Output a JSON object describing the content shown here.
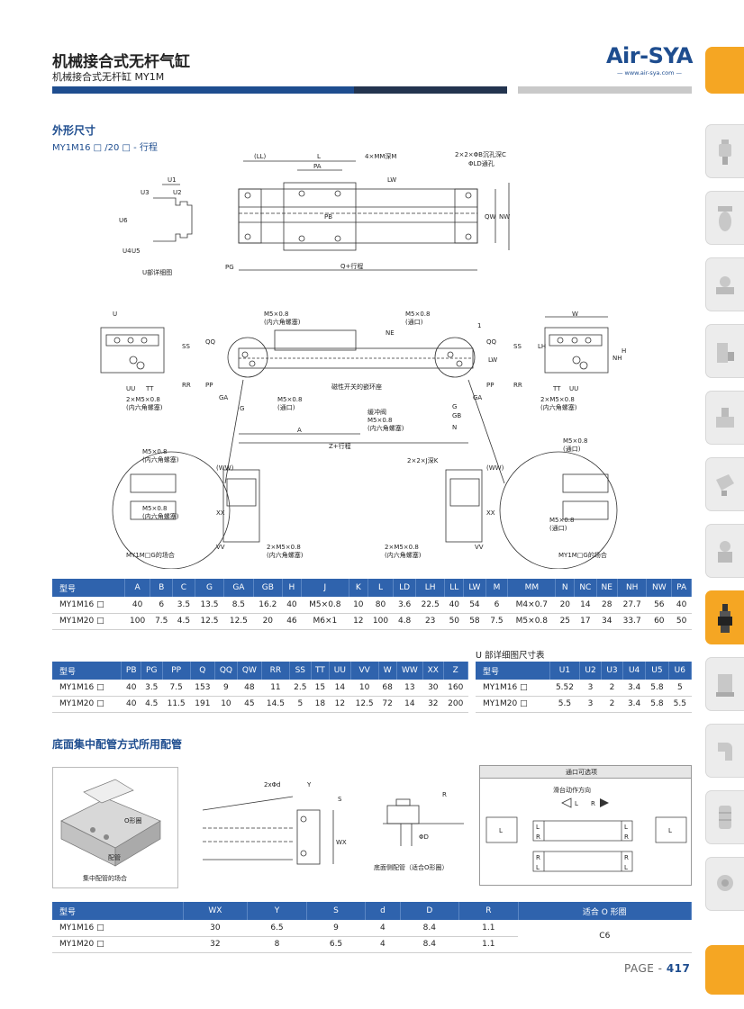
{
  "header": {
    "title": "机械接合式无杆气缸",
    "subtitle": "机械接合式无杆缸 MY1M",
    "logo": "Air-SYA",
    "logo_url": "— www.air-sya.com —"
  },
  "section1": {
    "title": "外形尺寸",
    "model_line": "MY1M16 □ /20 □ - 行程"
  },
  "drawing_labels": {
    "LL": "(LL)",
    "L": "L",
    "PA": "PA",
    "MM": "4×MM深M",
    "counterbore": "2×2×ΦB沉孔深C",
    "LD": "ΦLD通孔",
    "LW": "LW",
    "PB": "PB",
    "QW": "QW",
    "NW": "NW",
    "PG": "PG",
    "Q": "Q+行程",
    "U1": "U1",
    "U2": "U2",
    "U3": "U3",
    "U4": "U4",
    "U5": "U5",
    "U6": "U6",
    "U_detail": "U部详细图",
    "U": "U",
    "M5_hex": "M5×0.8",
    "hex_plug": "(内六角螺塞)",
    "port": "(通口)",
    "port_M5": "M5×0.8",
    "two_M5": "2×M5×0.8",
    "mag_groove": "磁性开关的嵌环座",
    "buffer_valve": "缓冲阀",
    "NE": "NE",
    "SS": "SS",
    "QQ": "QQ",
    "RR": "RR",
    "PP": "PP",
    "GA": "GA",
    "G": "G",
    "GB": "GB",
    "N": "N",
    "A": "A",
    "Z": "Z+行程",
    "UU": "UU",
    "TT": "TT",
    "W": "W",
    "H": "H",
    "NH": "NH",
    "LH": "LH",
    "one": "1",
    "WW": "(WW)",
    "XX": "XX",
    "VV": "VV",
    "J_K": "2×2×J深K",
    "G_case": "MY1M□G的场合",
    "G_case_r": "MY1M□G的场合",
    "wx": "WX",
    "Y": "Y",
    "S": "S",
    "dd": "2xΦd",
    "R": "R",
    "D": "ΦD",
    "bottom_label": "底面侧配管（适合O形圈）",
    "o_ring": "O形圈",
    "pipe": "配管",
    "central": "集中配管的场合",
    "port_option": "通口可选项",
    "slide_dir": "滑台动作方向",
    "Lk": "L",
    "Rk": "R"
  },
  "table1": {
    "headers": [
      "型号",
      "A",
      "B",
      "C",
      "G",
      "GA",
      "GB",
      "H",
      "J",
      "K",
      "L",
      "LD",
      "LH",
      "LL",
      "LW",
      "M",
      "MM",
      "N",
      "NC",
      "NE",
      "NH",
      "NW",
      "PA"
    ],
    "rows": [
      [
        "MY1M16 □",
        "40",
        "6",
        "3.5",
        "13.5",
        "8.5",
        "16.2",
        "40",
        "M5×0.8",
        "10",
        "80",
        "3.6",
        "22.5",
        "40",
        "54",
        "6",
        "M4×0.7",
        "20",
        "14",
        "28",
        "27.7",
        "56",
        "40"
      ],
      [
        "MY1M20 □",
        "100",
        "7.5",
        "4.5",
        "12.5",
        "12.5",
        "20",
        "46",
        "M6×1",
        "12",
        "100",
        "4.8",
        "23",
        "50",
        "58",
        "7.5",
        "M5×0.8",
        "25",
        "17",
        "34",
        "33.7",
        "60",
        "50"
      ]
    ]
  },
  "table2": {
    "headers": [
      "型号",
      "PB",
      "PG",
      "PP",
      "Q",
      "QQ",
      "QW",
      "RR",
      "SS",
      "TT",
      "UU",
      "VV",
      "W",
      "WW",
      "XX",
      "Z"
    ],
    "rows": [
      [
        "MY1M16 □",
        "40",
        "3.5",
        "7.5",
        "153",
        "9",
        "48",
        "11",
        "2.5",
        "15",
        "14",
        "10",
        "68",
        "13",
        "30",
        "160"
      ],
      [
        "MY1M20 □",
        "40",
        "4.5",
        "11.5",
        "191",
        "10",
        "45",
        "14.5",
        "5",
        "18",
        "12",
        "12.5",
        "72",
        "14",
        "32",
        "200"
      ]
    ]
  },
  "table3": {
    "caption": "U 部详细图尺寸表",
    "headers": [
      "型号",
      "U1",
      "U2",
      "U3",
      "U4",
      "U5",
      "U6"
    ],
    "rows": [
      [
        "MY1M16 □",
        "5.52",
        "3",
        "2",
        "3.4",
        "5.8",
        "5"
      ],
      [
        "MY1M20 □",
        "5.5",
        "3",
        "2",
        "3.4",
        "5.8",
        "5.5"
      ]
    ]
  },
  "section2": {
    "title": "底面集中配管方式所用配管"
  },
  "table4": {
    "headers": [
      "型号",
      "WX",
      "Y",
      "S",
      "d",
      "D",
      "R",
      "适合 O 形圈"
    ],
    "rows": [
      [
        "MY1M16 □",
        "30",
        "6.5",
        "9",
        "4",
        "8.4",
        "1.1"
      ],
      [
        "MY1M20 □",
        "32",
        "8",
        "6.5",
        "4",
        "8.4",
        "1.1"
      ]
    ],
    "oring": "C6"
  },
  "page": {
    "label": "PAGE - ",
    "number": "417"
  },
  "colors": {
    "primary": "#1e4d8f",
    "accent": "#f5a623",
    "table_header": "#2f63ad"
  }
}
